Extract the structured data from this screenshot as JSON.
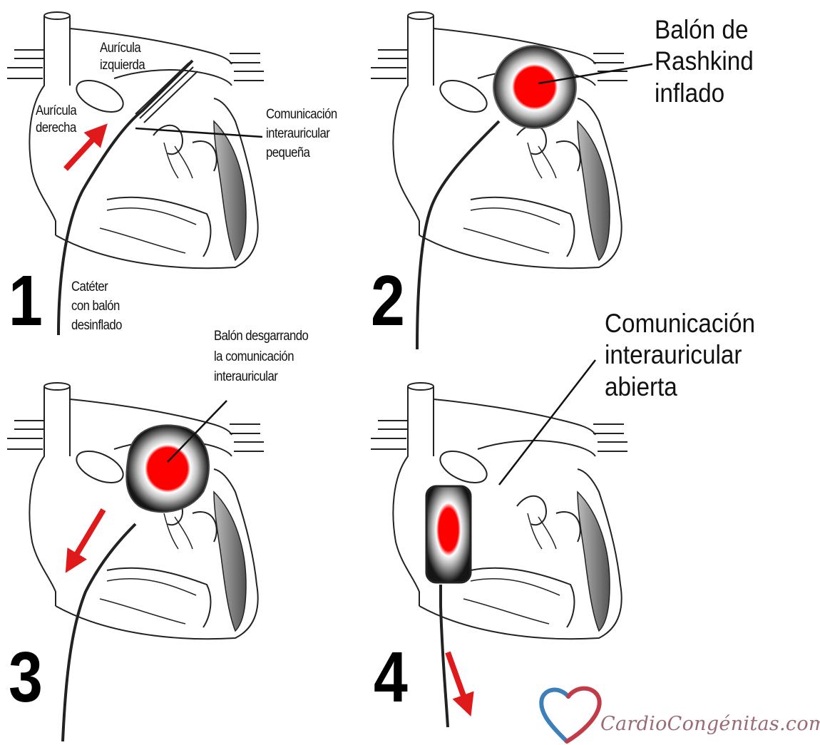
{
  "panels": [
    {
      "number": "1",
      "labels": {
        "left_atrium": "Aurícula\nizquierda",
        "right_atrium": "Aurícula\nderecha",
        "small_asd": "Comunicación\ninterauricular\npequeña",
        "catheter": "Catéter\ncon balón\ndesinflado"
      }
    },
    {
      "number": "2",
      "labels": {
        "balloon": "Balón de\nRashkind\ninflado"
      }
    },
    {
      "number": "3",
      "labels": {
        "tearing": "Balón desgarrando\nla comunicación\ninterauricular"
      }
    },
    {
      "number": "4",
      "labels": {
        "open_asd": "Comunicación\ninterauricular\nabierta"
      }
    }
  ],
  "logo": {
    "text": "CardioCongénitas.com.ar"
  },
  "colors": {
    "arrow": "#e0191b",
    "balloon_core": "#ff0000",
    "heart_logo_blue": "#3d7fb8",
    "heart_logo_red": "#c23b48"
  }
}
